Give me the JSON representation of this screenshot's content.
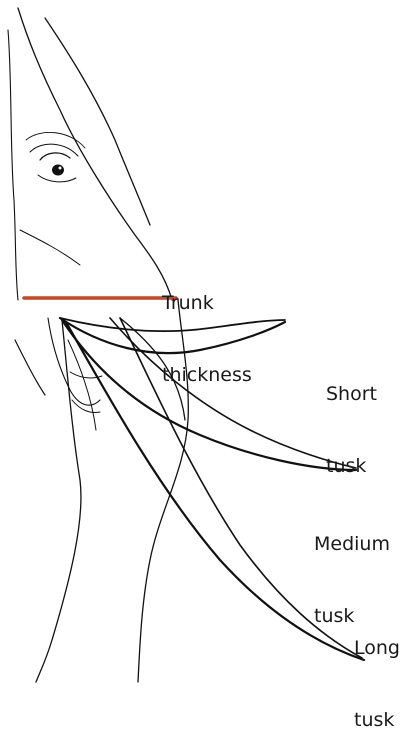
{
  "labels": {
    "trunk_line1": "Trunk",
    "trunk_line2": "thickness",
    "short_line1": "Short",
    "short_line2": "tusk",
    "medium_line1": "Medium",
    "medium_line2": "tusk",
    "long_line1": "Long",
    "long_line2": "tusk"
  },
  "colors": {
    "ink": "#111111",
    "measure_line": "#c8471f",
    "background": "#ffffff"
  }
}
